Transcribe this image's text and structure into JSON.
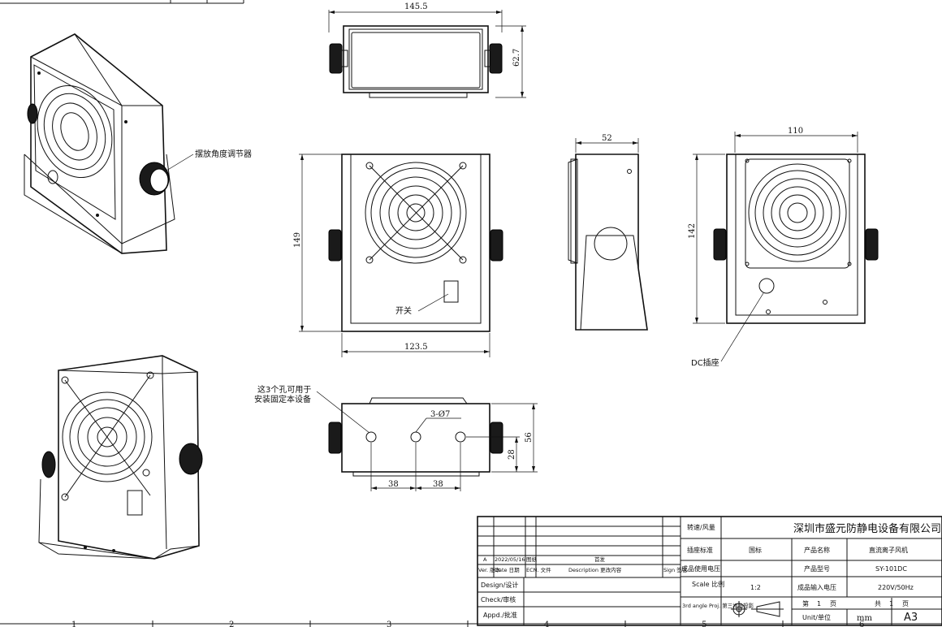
{
  "dimensions": {
    "top_width": "145.5",
    "top_height": "62.7",
    "side_depth": "52",
    "rear_width": "110",
    "front_height": "149",
    "rear_height": "142",
    "front_width": "123.5",
    "hole_spec": "3-Ø7",
    "bottom_height": "56",
    "hole_height": "28",
    "hole_spacing_1": "38",
    "hole_spacing_2": "38"
  },
  "annotations": {
    "swing_adjuster": "摆放角度调节器",
    "switch": "开关",
    "dc_socket": "DC插座",
    "mount_holes_line1": "这3个孔可用于",
    "mount_holes_line2": "安装固定本设备"
  },
  "title_block": {
    "company": "深圳市盛元防静电设备有限公司",
    "rows": [
      {
        "label": "转速/风量",
        "value": ""
      },
      {
        "label": "插座标准",
        "value": "国标"
      },
      {
        "label": "成品使用电压",
        "value": ""
      },
      {
        "label": "Scale 比例",
        "value": "1:2"
      },
      {
        "label": "3rd angle Proj. 第三视角投影",
        "value": ""
      }
    ],
    "right_rows": [
      {
        "label": "产品名称",
        "value": "直流离子风机"
      },
      {
        "label": "产品型号",
        "value": "SY-101DC"
      },
      {
        "label": "成品输入电压",
        "value": "220V/50Hz"
      }
    ],
    "sheet": {
      "sheet_label": "第",
      "sheet_no": "1",
      "sheet_unit": "页",
      "total_label": "共",
      "total_no": "1",
      "total_unit": "页"
    },
    "unit_label": "Unit/单位",
    "unit_value": "mm",
    "paper": "A3",
    "revision": {
      "ver": "A",
      "date": "2022/05/16",
      "ecn": "图纸",
      "description": "首发"
    },
    "rev_headers": {
      "ver": "Ver. 版本",
      "date": "Date 日期",
      "ecn": "ECN. 文件",
      "description": "Description 更改内容",
      "sign": "Sign 签名"
    },
    "design": "Design/设计",
    "check": "Check/审核",
    "appd": "Appd./批准"
  },
  "border_zones": [
    "1",
    "2",
    "3",
    "4",
    "5",
    "6"
  ]
}
